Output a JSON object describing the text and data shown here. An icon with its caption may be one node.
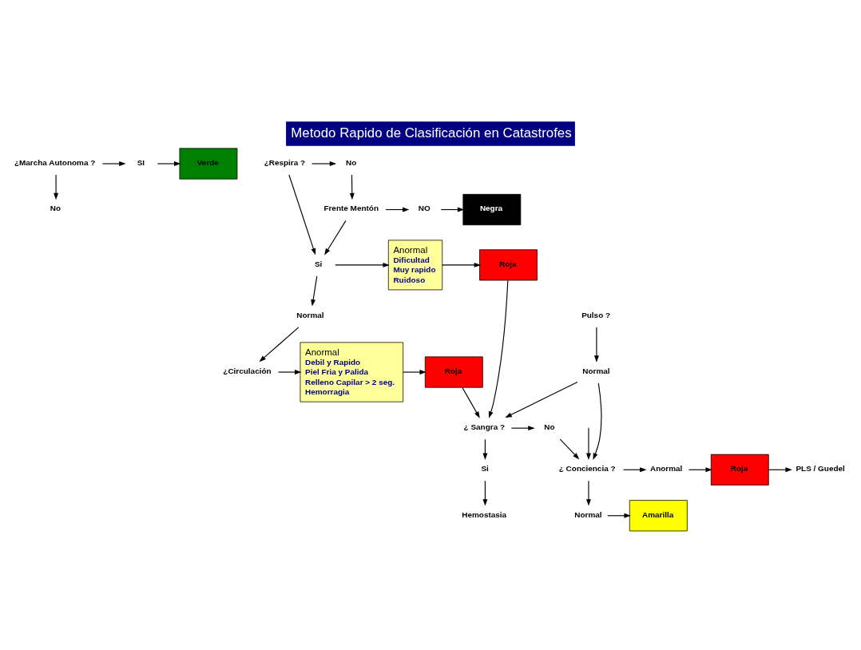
{
  "diagram": {
    "title": "Metodo Rapido de Clasificación en Catastrofes",
    "nodes": [
      {
        "text": [
          "¿Marcha Autonoma ?"
        ]
      },
      {
        "text": [
          "SI"
        ]
      },
      {
        "text": [
          "Verde"
        ]
      },
      {
        "text": [
          "No"
        ]
      },
      {
        "text": [
          "¿Respira ?"
        ]
      },
      {
        "text": [
          "No"
        ]
      },
      {
        "text": [
          "Frente Mentón"
        ]
      },
      {
        "text": [
          "NO"
        ]
      },
      {
        "text": [
          "Negra"
        ]
      },
      {
        "text": [
          "Si"
        ]
      },
      {
        "text": [
          "Anormal",
          "Dificultad",
          "Muy rapido",
          "Ruidoso"
        ]
      },
      {
        "text": [
          "Roja"
        ]
      },
      {
        "text": [
          "Normal"
        ]
      },
      {
        "text": [
          "¿Circulación"
        ]
      },
      {
        "text": [
          "Anormal",
          "Debil y Rapido",
          "Piel Fria y Palida",
          "Relleno Capilar > 2 seg.",
          "Hemorragia"
        ]
      },
      {
        "text": [
          "Roja"
        ]
      },
      {
        "text": [
          "Pulso ?"
        ]
      },
      {
        "text": [
          "Normal"
        ]
      },
      {
        "text": [
          "No"
        ]
      },
      {
        "text": [
          "¿ Sangra ?"
        ]
      },
      {
        "text": [
          "Si"
        ]
      },
      {
        "text": [
          "Hemostasia"
        ]
      },
      {
        "text": [
          "¿ Conciencia ?"
        ]
      },
      {
        "text": [
          "Anormal"
        ]
      },
      {
        "text": [
          "Roja"
        ]
      },
      {
        "text": [
          "PLS / Guedel"
        ]
      },
      {
        "text": [
          "Normal"
        ]
      },
      {
        "text": [
          "Amarilla"
        ]
      }
    ],
    "edges": [
      {
        "from": 0,
        "to": 1,
        "arrow": "to"
      },
      {
        "from": 1,
        "to": 2,
        "arrow": "to"
      },
      {
        "from": 0,
        "to": 3,
        "arrow": "to"
      },
      {
        "from": 4,
        "to": 5,
        "arrow": "to"
      },
      {
        "from": 5,
        "to": 6,
        "arrow": "to"
      },
      {
        "from": 6,
        "to": 9,
        "arrow": "to"
      },
      {
        "from": 6,
        "to": 7,
        "arrow": "to"
      },
      {
        "from": 7,
        "to": 8,
        "arrow": "to"
      },
      {
        "from": 4,
        "to": 9,
        "arrow": "to"
      },
      {
        "from": 9,
        "to": 10,
        "arrow": "to"
      },
      {
        "from": 10,
        "to": 11,
        "arrow": "to"
      },
      {
        "from": 9,
        "to": 12,
        "arrow": "to"
      },
      {
        "from": 12,
        "to": 13,
        "arrow": "to"
      },
      {
        "from": 13,
        "to": 14,
        "arrow": "to"
      },
      {
        "from": 14,
        "to": 15,
        "arrow": "to"
      },
      {
        "from": 11,
        "to": 19,
        "arrow": "to"
      },
      {
        "from": 15,
        "to": 19,
        "arrow": "to"
      },
      {
        "from": 16,
        "to": 17,
        "arrow": "to"
      },
      {
        "from": 17,
        "to": 19,
        "arrow": "to"
      },
      {
        "from": 19,
        "to": 18,
        "arrow": "to"
      },
      {
        "from": 18,
        "to": 22,
        "arrow": "to"
      },
      {
        "from": 19,
        "to": 20,
        "arrow": "to"
      },
      {
        "from": 20,
        "to": 21,
        "arrow": "to"
      },
      {
        "from": 17,
        "to": 22,
        "arrow": "to"
      },
      {
        "from": null,
        "to": 22,
        "arrow": "to"
      },
      {
        "from": 22,
        "to": 23,
        "arrow": "to"
      },
      {
        "from": 23,
        "to": 24,
        "arrow": "to"
      },
      {
        "from": 24,
        "to": 25,
        "arrow": "to"
      },
      {
        "from": 22,
        "to": 26,
        "arrow": "to"
      },
      {
        "from": 26,
        "to": 27,
        "arrow": "to"
      }
    ]
  }
}
